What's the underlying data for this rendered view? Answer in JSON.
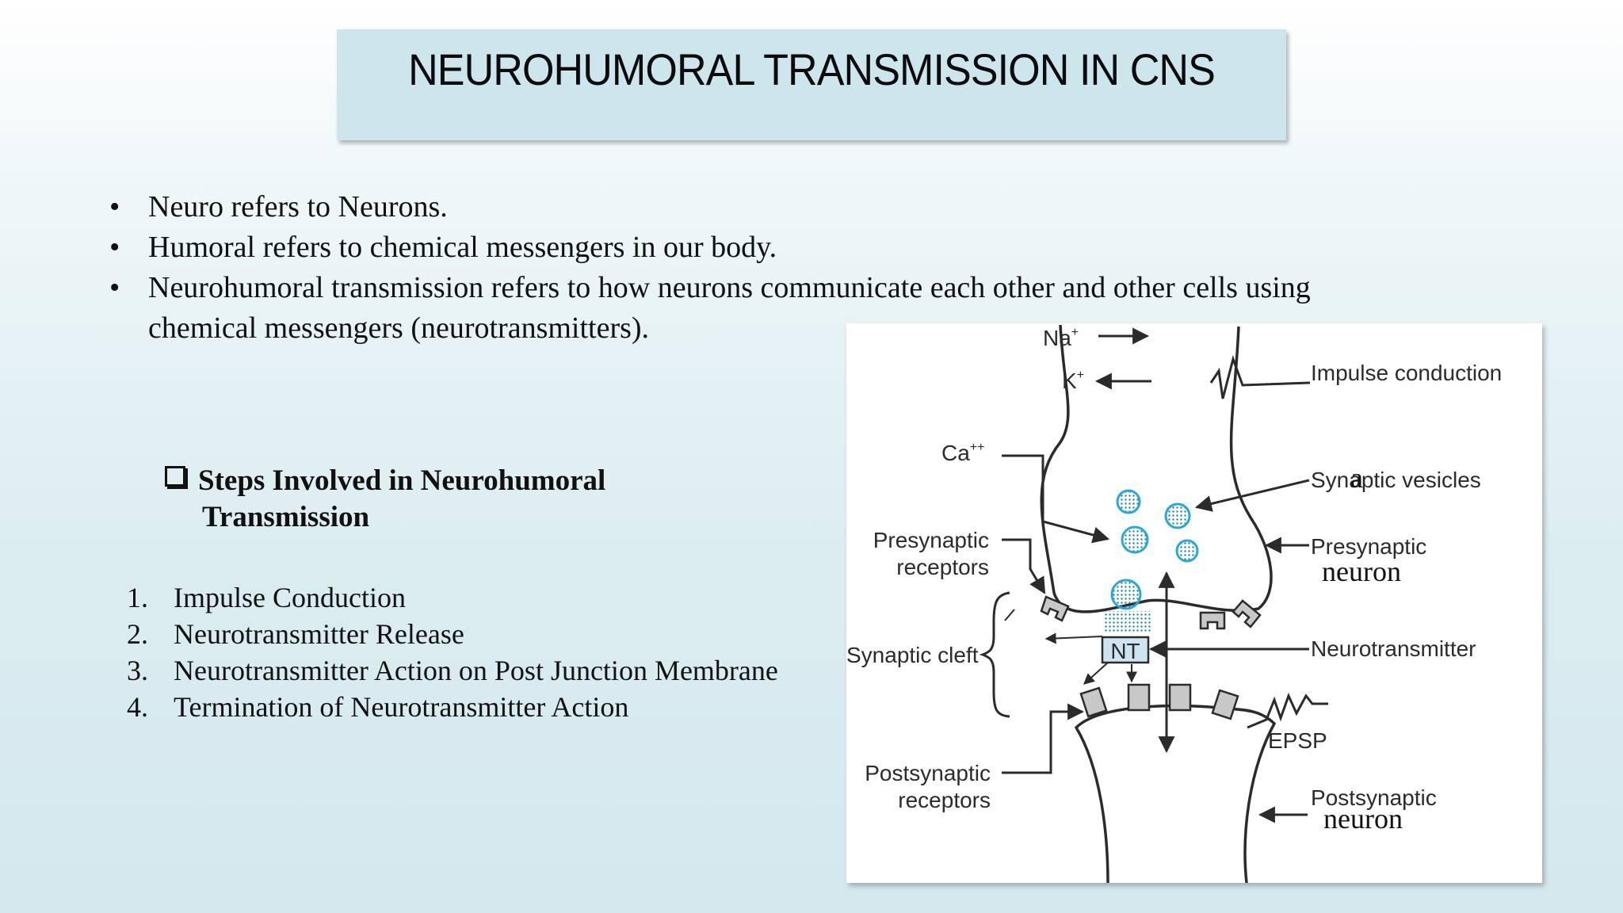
{
  "slide": {
    "title": "NEUROHUMORAL TRANSMISSION IN CNS",
    "bullets": [
      "Neuro refers to Neurons.",
      "Humoral refers to chemical messengers in our body.",
      "Neurohumoral transmission refers to how neurons communicate each other and other cells using chemical messengers (neurotransmitters)."
    ],
    "bullet_glyph": "•",
    "steps_heading": {
      "line1": "Steps Involved in Neurohumoral",
      "line2": "Transmission",
      "icon": "checkbox-square-icon"
    },
    "steps": [
      {
        "num": "1.",
        "text": "Impulse Conduction"
      },
      {
        "num": "2.",
        "text": "Neurotransmitter Release"
      },
      {
        "num": "3.",
        "text": "Neurotransmitter Action on Post Junction Membrane"
      },
      {
        "num": "4.",
        "text": "Termination of Neurotransmitter Action"
      }
    ]
  },
  "diagram": {
    "labels": {
      "na": "Na",
      "k": "K",
      "plus": "+",
      "ca": "Ca",
      "ca_charge": "++",
      "impulse": "Impulse conduction",
      "vesicles_prefix": "Syna",
      "vesicles_overlay": "a",
      "vesicles_suffix": "ptic vesicles",
      "presyn_neuron_1": "Presynaptic",
      "presyn_neuron_2": "neuron",
      "presyn_receptors_1": "Presynaptic",
      "presyn_receptors_2": "receptors",
      "cleft": "Synaptic cleft",
      "nt": "NT",
      "neurotransmitter": "Neurotransmitter",
      "epsp": "EPSP",
      "postsyn_receptors_1": "Postsynaptic",
      "postsyn_receptors_2": "receptors",
      "postsyn_neuron_1": "Postsynaptic",
      "postsyn_neuron_2": "neuron"
    },
    "colors": {
      "vesicle": "#2aa7d6",
      "nt_box": "#cfe4f1",
      "receptor": "#c8c8c8",
      "line": "#2b2b2b",
      "title_band": "#cde6eb"
    }
  }
}
